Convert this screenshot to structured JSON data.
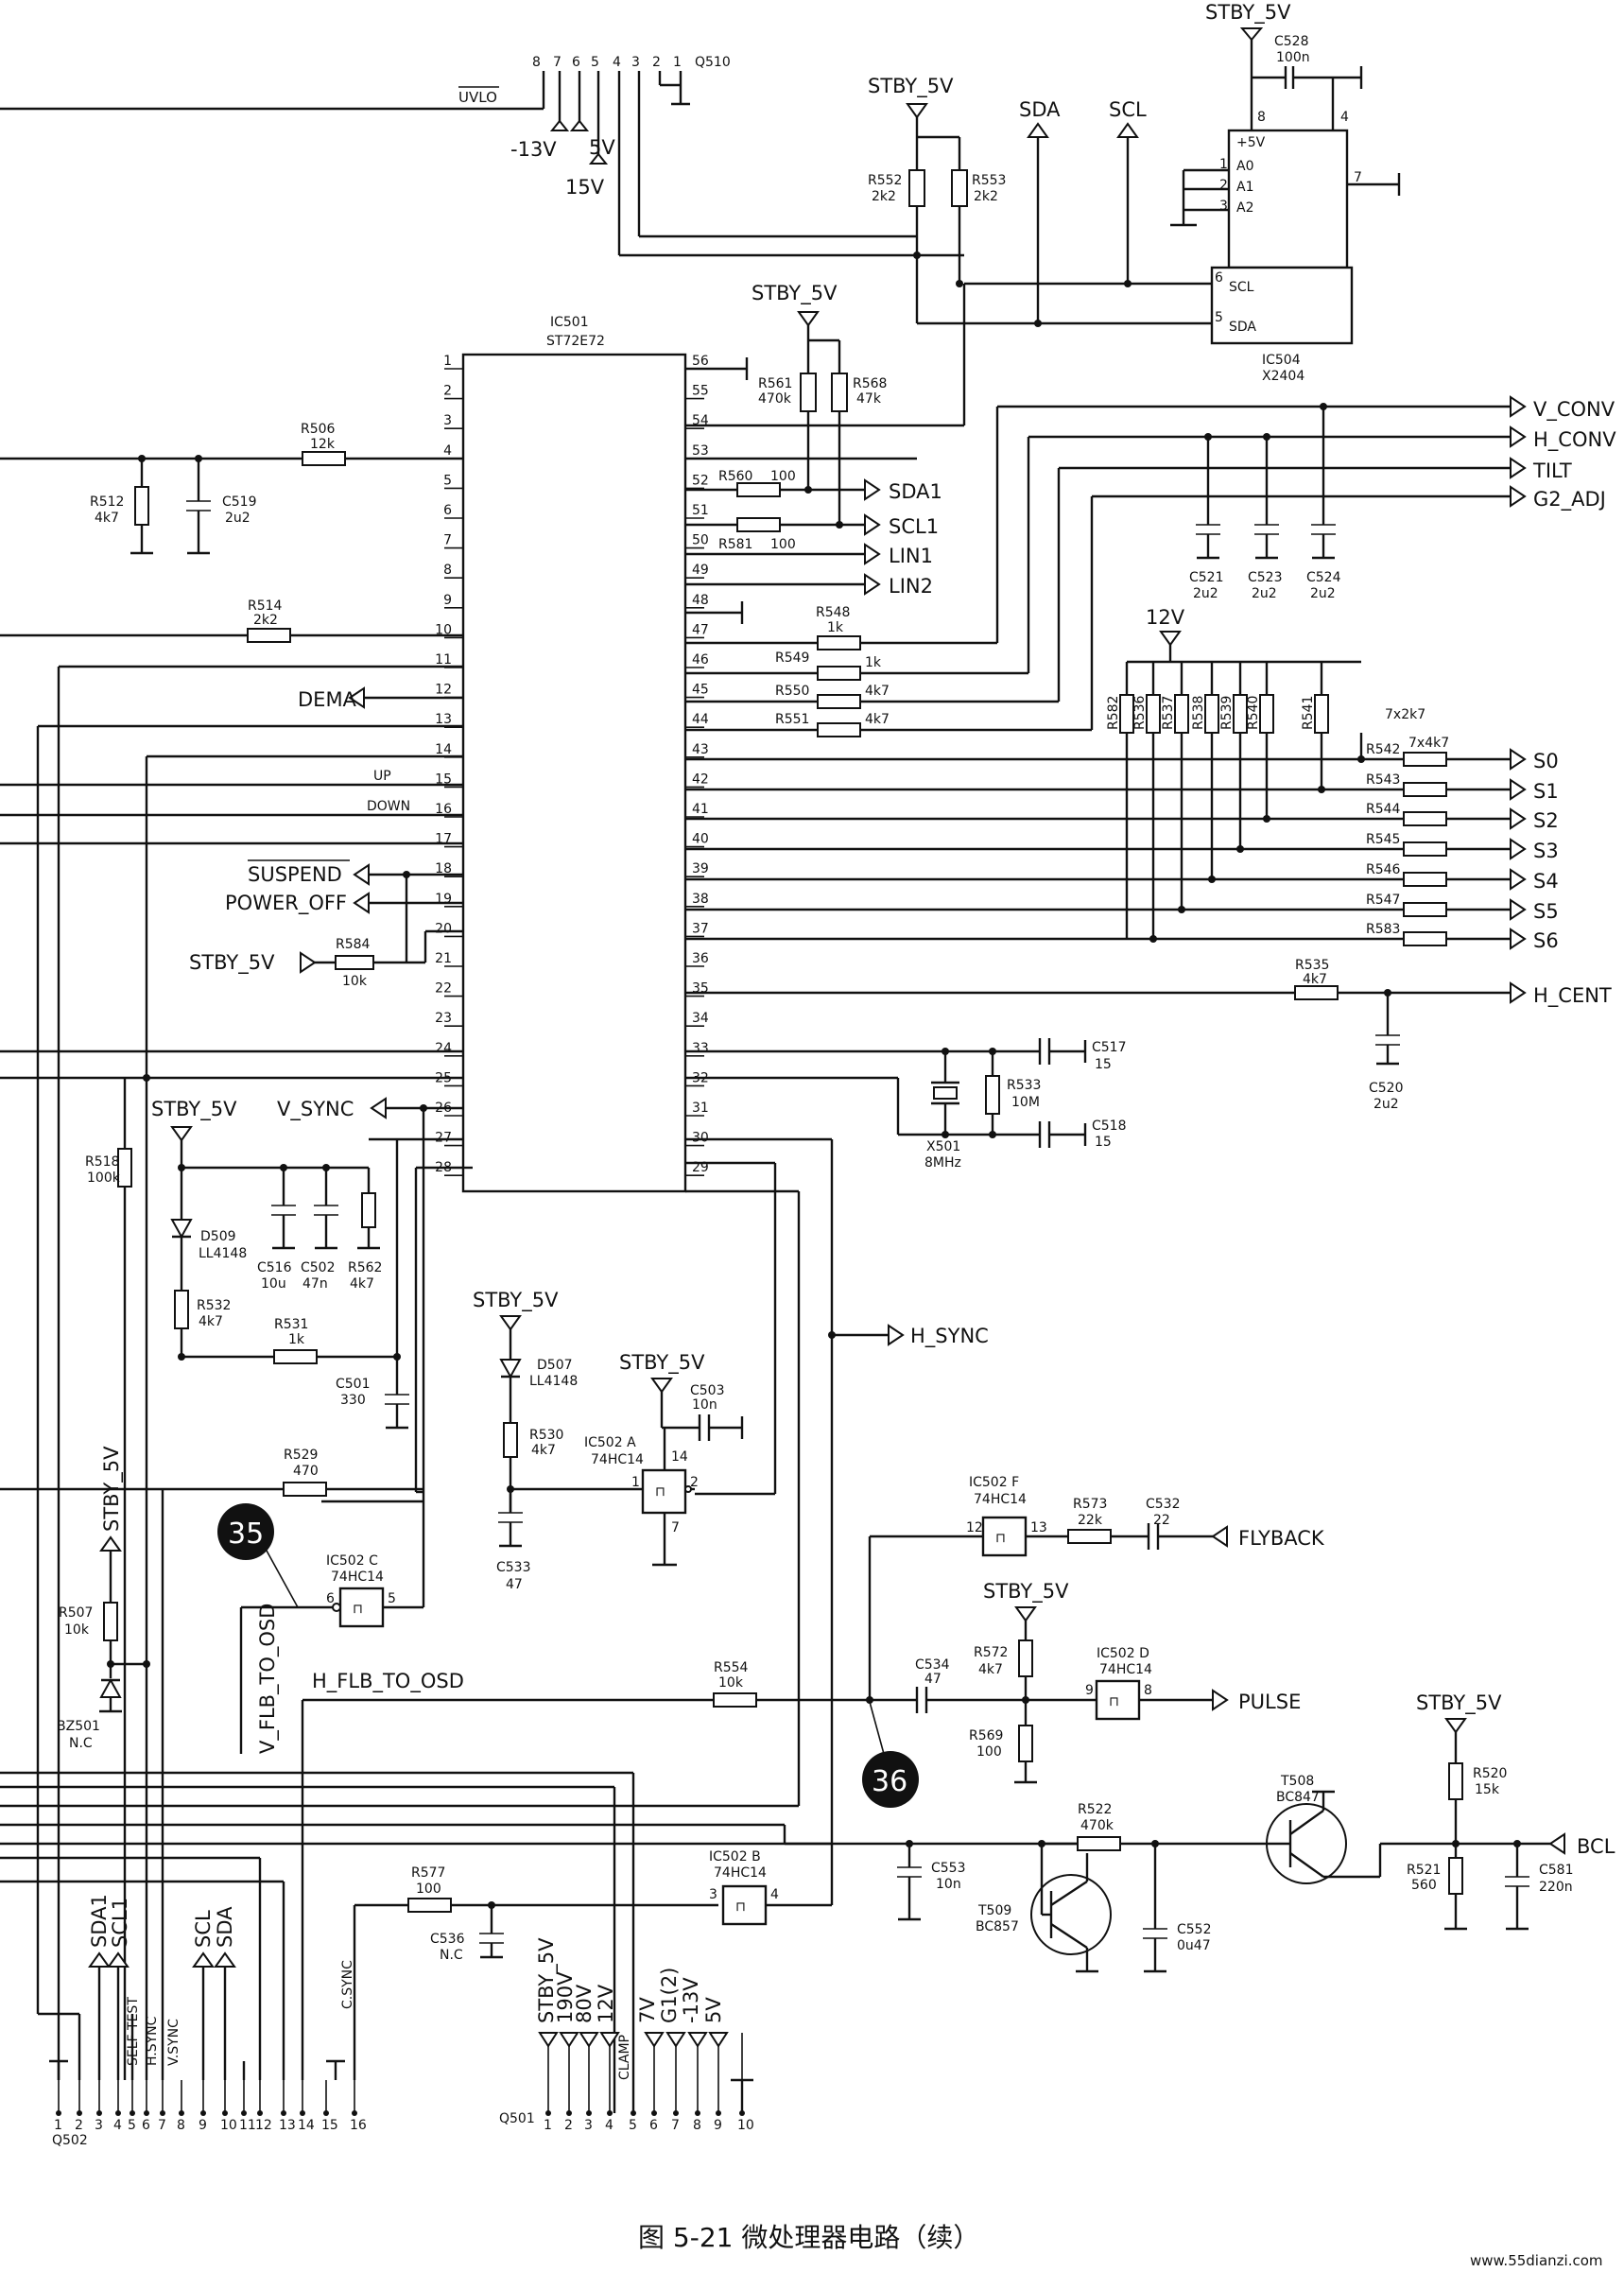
{
  "caption": "图 5-21   微处理器电路（续）",
  "watermark": "www.55dianzi.com",
  "ic501": {
    "ref": "IC501",
    "part": "ST72E72",
    "left_pins": [
      "1",
      "2",
      "3",
      "4",
      "5",
      "6",
      "7",
      "8",
      "9",
      "10",
      "11",
      "12",
      "13",
      "14",
      "15",
      "16",
      "17",
      "18",
      "19",
      "20",
      "21",
      "22",
      "23",
      "24",
      "25",
      "26",
      "27",
      "28"
    ],
    "right_pins": [
      "56",
      "55",
      "54",
      "53",
      "52",
      "51",
      "50",
      "49",
      "48",
      "47",
      "46",
      "45",
      "44",
      "43",
      "42",
      "41",
      "40",
      "39",
      "38",
      "37",
      "36",
      "35",
      "34",
      "33",
      "32",
      "31",
      "30",
      "29"
    ]
  },
  "ic504": {
    "ref": "IC504",
    "part": "X2404",
    "pins": [
      "+5V",
      "A0",
      "A1",
      "A2",
      "SCL",
      "SDA"
    ],
    "pin_numbers": [
      "8",
      "4",
      "1",
      "2",
      "3",
      "7",
      "6",
      "5"
    ]
  },
  "top_connector": {
    "ref": "Q510",
    "pins": [
      "8",
      "7",
      "6",
      "5",
      "4",
      "3",
      "2",
      "1"
    ],
    "signal": "UVLO",
    "rails": [
      "-13V",
      "5V",
      "15V"
    ]
  },
  "power_labels": [
    "STBY_5V",
    "STBY_5V",
    "STBY_5V",
    "STBY_5V",
    "STBY_5V",
    "STBY_5V",
    "STBY_5V",
    "STBY_5V",
    "12V",
    "SDA",
    "SCL"
  ],
  "outputs_right": [
    "V_CONV",
    "H_CONV",
    "TILT",
    "G2_ADJ",
    "S0",
    "S1",
    "S2",
    "S3",
    "S4",
    "S5",
    "S6",
    "H_CENT",
    "BCL"
  ],
  "mid_signals": [
    "SDA1",
    "SCL1",
    "LIN1",
    "LIN2",
    "H_SYNC",
    "FLYBACK",
    "PULSE"
  ],
  "left_signals": [
    "DEMA",
    "UP",
    "DOWN",
    "SUSPEND",
    "POWER_OFF",
    "STBY_5V",
    "V_SYNC"
  ],
  "resistors": [
    {
      "ref": "R552",
      "value": "2k2"
    },
    {
      "ref": "R553",
      "value": "2k2"
    },
    {
      "ref": "R561",
      "value": "470k"
    },
    {
      "ref": "R568",
      "value": "47k"
    },
    {
      "ref": "R506",
      "value": "12k"
    },
    {
      "ref": "R512",
      "value": "4k7"
    },
    {
      "ref": "R514",
      "value": "2k2"
    },
    {
      "ref": "R560",
      "value": "100"
    },
    {
      "ref": "R581",
      "value": "100"
    },
    {
      "ref": "R548",
      "value": "1k"
    },
    {
      "ref": "R549",
      "value": "1k"
    },
    {
      "ref": "R550",
      "value": "4k7"
    },
    {
      "ref": "R551",
      "value": "4k7"
    },
    {
      "ref": "R584",
      "value": "10k"
    },
    {
      "ref": "R535",
      "value": "4k7"
    },
    {
      "ref": "R533",
      "value": "10M"
    },
    {
      "ref": "R518",
      "value": "100k"
    },
    {
      "ref": "R532",
      "value": "4k7"
    },
    {
      "ref": "R531",
      "value": "1k"
    },
    {
      "ref": "R562",
      "value": "4k7"
    },
    {
      "ref": "R530",
      "value": "4k7"
    },
    {
      "ref": "R529",
      "value": "470"
    },
    {
      "ref": "R573",
      "value": "22k"
    },
    {
      "ref": "R572",
      "value": "4k7"
    },
    {
      "ref": "R554",
      "value": "10k"
    },
    {
      "ref": "R569",
      "value": "100"
    },
    {
      "ref": "R522",
      "value": "470k"
    },
    {
      "ref": "R520",
      "value": "15k"
    },
    {
      "ref": "R521",
      "value": "560"
    },
    {
      "ref": "R577",
      "value": "100"
    },
    {
      "ref": "R507",
      "value": "10k"
    }
  ],
  "resistor_array": {
    "refs": [
      "R582",
      "R536",
      "R537",
      "R538",
      "R539",
      "R540",
      "R541"
    ],
    "value": "7x2k7",
    "series": "7x4k7",
    "series_refs": [
      "R542",
      "R543",
      "R544",
      "R545",
      "R546",
      "R547",
      "R583"
    ]
  },
  "capacitors": [
    {
      "ref": "C528",
      "value": "100n"
    },
    {
      "ref": "C519",
      "value": "2u2"
    },
    {
      "ref": "C521",
      "value": "2u2"
    },
    {
      "ref": "C523",
      "value": "2u2"
    },
    {
      "ref": "C524",
      "value": "2u2"
    },
    {
      "ref": "C517",
      "value": "15"
    },
    {
      "ref": "C518",
      "value": "15"
    },
    {
      "ref": "C520",
      "value": "2u2"
    },
    {
      "ref": "C516",
      "value": "10u"
    },
    {
      "ref": "C502",
      "value": "47n"
    },
    {
      "ref": "C501",
      "value": "330"
    },
    {
      "ref": "C503",
      "value": "10n"
    },
    {
      "ref": "C533",
      "value": "47"
    },
    {
      "ref": "C532",
      "value": "22"
    },
    {
      "ref": "C534",
      "value": "47"
    },
    {
      "ref": "C553",
      "value": "10n"
    },
    {
      "ref": "C552",
      "value": "0u47"
    },
    {
      "ref": "C581",
      "value": "220n"
    },
    {
      "ref": "C536",
      "value": "N.C"
    }
  ],
  "crystal": {
    "ref": "X501",
    "value": "8MHz"
  },
  "diodes": [
    {
      "ref": "D509",
      "value": "LL4148"
    },
    {
      "ref": "D507",
      "value": "LL4148"
    },
    {
      "ref": "BZ501",
      "value": "N.C"
    }
  ],
  "transistors": [
    {
      "ref": "T508",
      "value": "BC847"
    },
    {
      "ref": "T509",
      "value": "BC857"
    }
  ],
  "gates": [
    {
      "ref": "IC502 A",
      "part": "74HC14"
    },
    {
      "ref": "IC502 B",
      "part": "74HC14"
    },
    {
      "ref": "IC502 C",
      "part": "74HC14"
    },
    {
      "ref": "IC502 D",
      "part": "74HC14"
    },
    {
      "ref": "IC502 F",
      "part": "74HC14"
    }
  ],
  "markers": [
    "35",
    "36"
  ],
  "osd_labels": [
    "V_FLB_TO_OSD",
    "H_FLB_TO_OSD"
  ],
  "q502": {
    "ref": "Q502",
    "pins": [
      "1",
      "2",
      "3",
      "4",
      "5",
      "6",
      "7",
      "8",
      "9",
      "10",
      "11",
      "12",
      "13",
      "14",
      "15",
      "16"
    ],
    "labels": [
      "SDA1",
      "SCL1",
      "SELF TEST",
      "H.SYNC",
      "V.SYNC",
      "SCL",
      "SDA",
      "C.SYNC"
    ]
  },
  "q501": {
    "ref": "Q501",
    "pins": [
      "1",
      "2",
      "3",
      "4",
      "5",
      "6",
      "7",
      "8",
      "9",
      "10"
    ],
    "labels": [
      "STBY_5V",
      "190V",
      "80V",
      "12V",
      "CLAMP",
      "7V",
      "G1(2)",
      "-13V",
      "5V"
    ]
  }
}
